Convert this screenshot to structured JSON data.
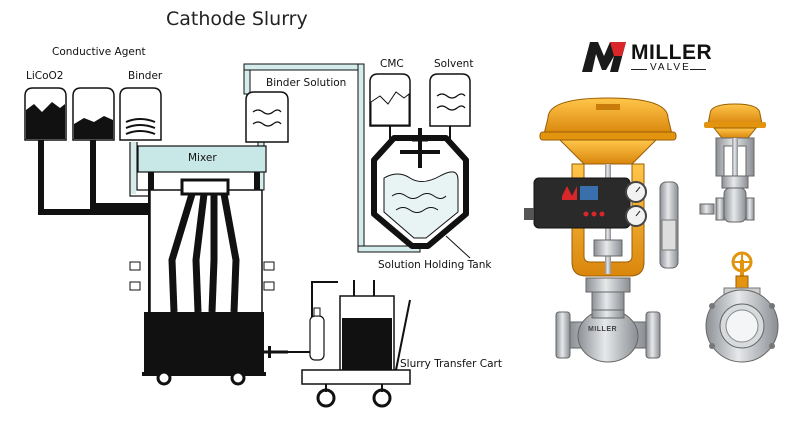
{
  "diagram": {
    "title": "Cathode Slurry",
    "labels": {
      "licoo2": "LiCoO2",
      "conductive_agent": "Conductive Agent",
      "binder": "Binder",
      "binder_solution": "Binder Solution",
      "cmc": "CMC",
      "solvent": "Solvent",
      "mixer": "Mixer",
      "holding_tank": "Solution Holding Tank",
      "transfer_cart": "Slurry Transfer Cart"
    }
  },
  "brand": {
    "name": "MILLER",
    "sub": "VALVE",
    "logo_letter": "M",
    "colors": {
      "accent": "#d8262b",
      "dark": "#1a1a1a"
    }
  },
  "product": {
    "colors": {
      "actuator": "#f0a21a",
      "steel": "#b9bdc2",
      "positioner": "#2a2a2a"
    },
    "valve_body_text": "MILLER"
  },
  "colors": {
    "pipe_fill": "#d4ecec",
    "mixer_fill": "#c8e8e8",
    "slurry": "#111111"
  }
}
